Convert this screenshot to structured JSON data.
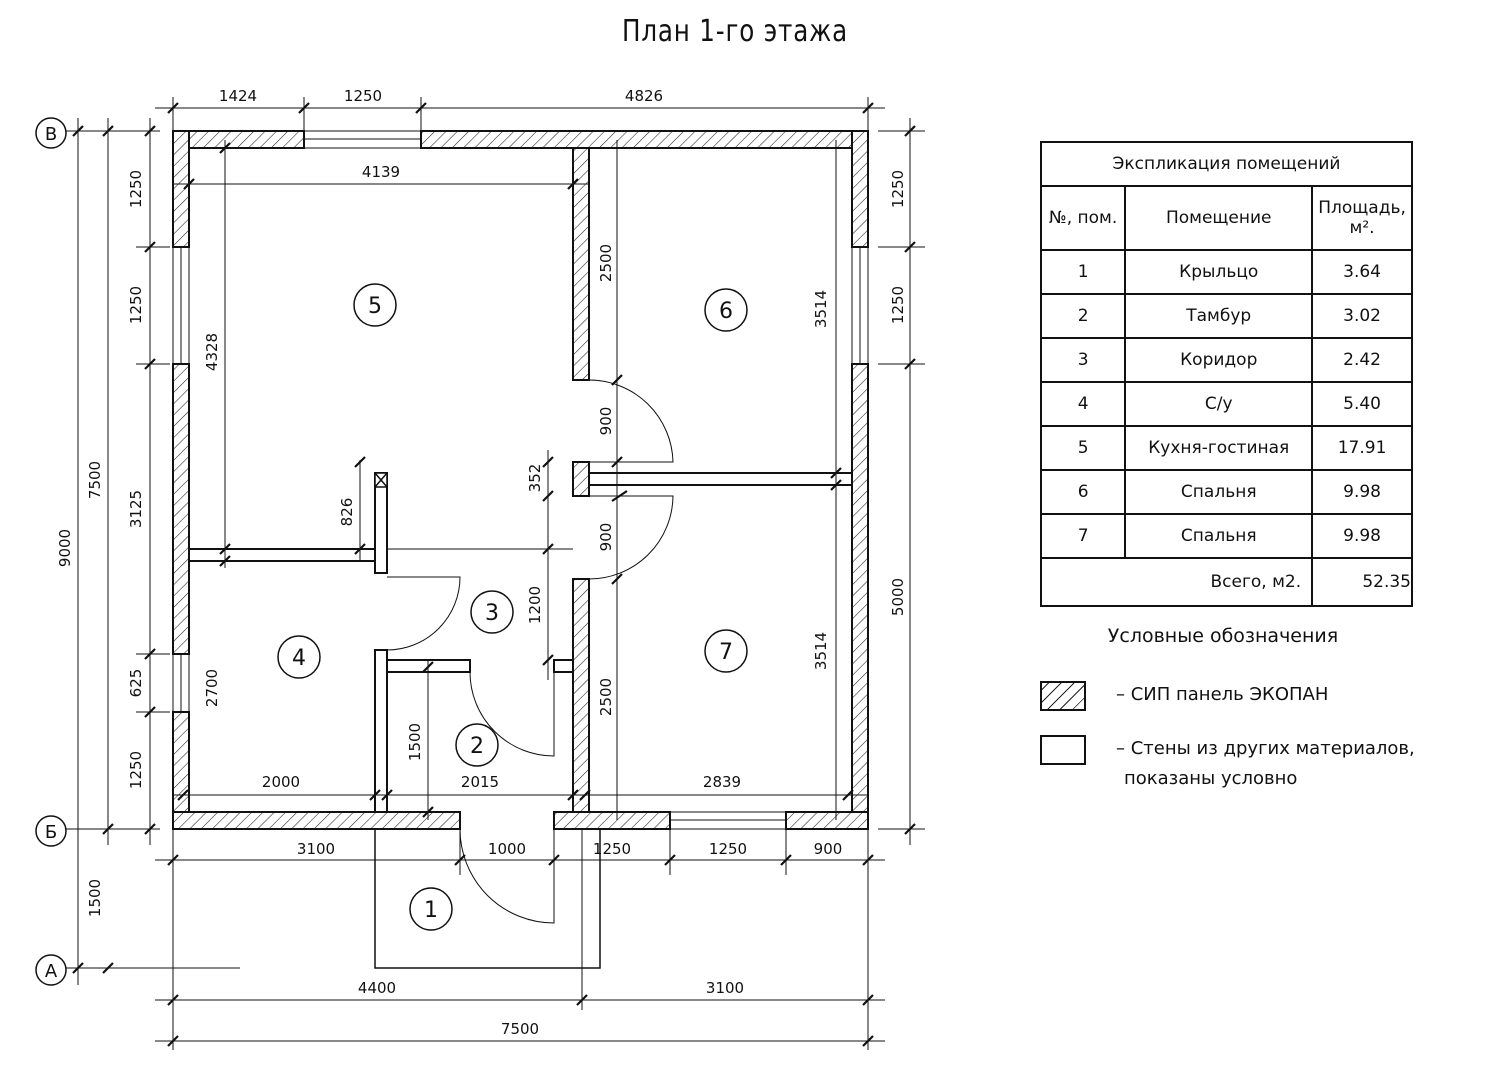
{
  "title": "План 1-го этажа",
  "axes": {
    "B": "В",
    "Б": "Б",
    "A": "А"
  },
  "dimensions": {
    "top": [
      "1424",
      "1250",
      "4826"
    ],
    "room5_width": "4139",
    "room5_height": "4328",
    "left_outer": [
      "1250",
      "1250",
      "3125",
      "625",
      "1250"
    ],
    "left_total_house": "7500",
    "left_total_all": "9000",
    "porch_depth": "1500",
    "right_outer": [
      "1250",
      "1250",
      "5000"
    ],
    "room6_height": "3514",
    "room7_height": "3514",
    "door_upper": "900",
    "door_lower": "900",
    "partition": "352",
    "wall_5_2500": "2500",
    "wall_7_2500": "2500",
    "shaft_826": "826",
    "corridor_1200": "1200",
    "bath_height": "2700",
    "vestibule_height": "1500",
    "bath_width": "2000",
    "vestibule_width": "2015",
    "room7_width": "2839",
    "bottom_openings": [
      "3100",
      "1000",
      "1250",
      "1250",
      "900"
    ],
    "bottom_chain": [
      "4400",
      "3100"
    ],
    "bottom_total": "7500"
  },
  "room_markers": [
    "1",
    "2",
    "3",
    "4",
    "5",
    "6",
    "7"
  ],
  "explication": {
    "caption": "Экспликация помещений",
    "headers": [
      "№, пом.",
      "Помещение",
      "Площадь, м²."
    ],
    "rows": [
      {
        "num": "1",
        "name": "Крыльцо",
        "area": "3.64"
      },
      {
        "num": "2",
        "name": "Тамбур",
        "area": "3.02"
      },
      {
        "num": "3",
        "name": "Коридор",
        "area": "2.42"
      },
      {
        "num": "4",
        "name": "С/у",
        "area": "5.40"
      },
      {
        "num": "5",
        "name": "Кухня-гостиная",
        "area": "17.91"
      },
      {
        "num": "6",
        "name": "Спальня",
        "area": "9.98"
      },
      {
        "num": "7",
        "name": "Спальня",
        "area": "9.98"
      }
    ],
    "total_label": "Всего, м2.",
    "total_value": "52.35"
  },
  "legend": {
    "title": "Условные обозначения",
    "items": [
      {
        "swatch": "hatched",
        "text": "–  СИП панель ЭКОПАН"
      },
      {
        "swatch": "empty",
        "text_line1": "–  Стены из других материалов,",
        "text_line2": "показаны условно"
      }
    ]
  },
  "colors": {
    "line": "#111111",
    "background": "#ffffff"
  }
}
